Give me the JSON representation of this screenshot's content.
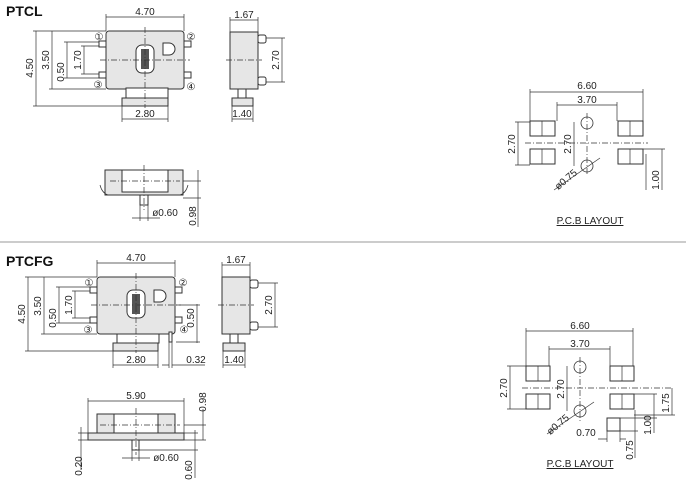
{
  "sections": [
    {
      "title": "PTCL",
      "dims": {
        "width": "4.70",
        "height_total": "4.50",
        "height_body": "3.50",
        "pin_offset": "0.50",
        "pin_pitch": "1.70",
        "foot_width": "2.80",
        "side_depth": "1.67",
        "side_pin_pitch": "2.70",
        "side_foot": "1.40",
        "bottom_height": "0.98",
        "shaft_dia": "ø0.60"
      },
      "pins": [
        "①",
        "②",
        "③",
        "④"
      ],
      "pcb": {
        "outer": "6.60",
        "inner": "3.70",
        "pad_span": "2.70",
        "hole_span": "2.70",
        "hole_dia": "ø0.75",
        "offset": "1.00",
        "label": "P.C.B LAYOUT"
      }
    },
    {
      "title": "PTCFG",
      "dims": {
        "width": "4.70",
        "height_total": "4.50",
        "height_body": "3.50",
        "pin_offset": "0.50",
        "pin_pitch": "1.70",
        "foot_width": "2.80",
        "right_offset": "0.50",
        "post_width": "0.32",
        "side_depth": "1.67",
        "side_pin_pitch": "2.70",
        "side_foot": "1.40",
        "bottom_width": "5.90",
        "bottom_height": "0.98",
        "tab_height": "0.20",
        "shaft_dia": "ø0.60",
        "shaft_len": "0.60"
      },
      "pins": [
        "①",
        "②",
        "③",
        "④"
      ],
      "pcb": {
        "outer": "6.60",
        "inner": "3.70",
        "pad_span": "2.70",
        "hole_span": "2.70",
        "hole_dia": "ø0.75",
        "offset": "1.00",
        "offset2": "1.75",
        "small_pad_w": "0.70",
        "small_pad_h": "0.75",
        "label": "P.C.B LAYOUT"
      }
    }
  ]
}
